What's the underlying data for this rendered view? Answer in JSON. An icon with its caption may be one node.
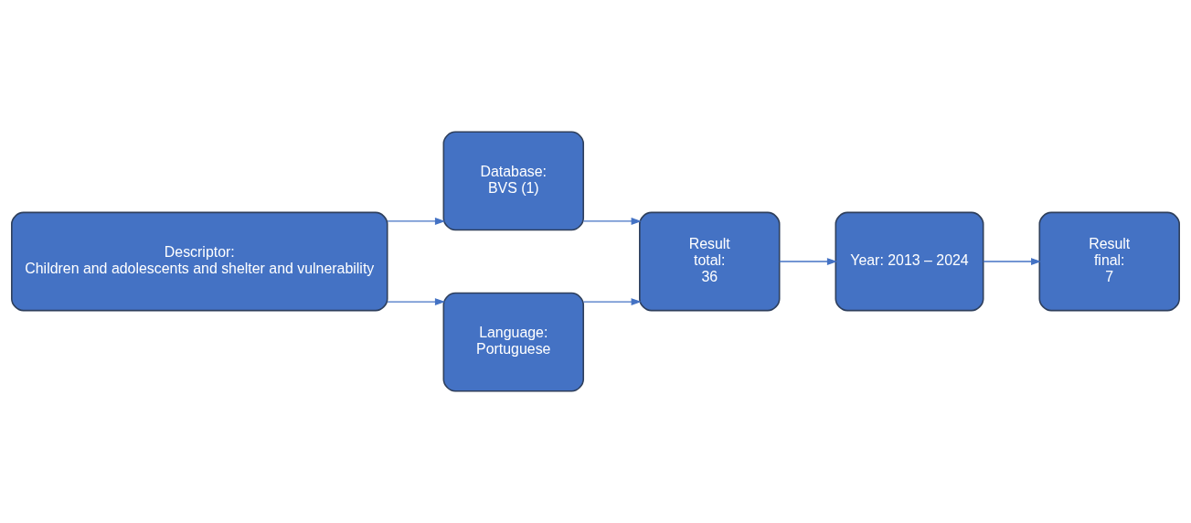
{
  "diagram": {
    "nodes": [
      {
        "text": [
          "Descriptor:",
          "Children and adolescents and shelter and vulnerability"
        ]
      },
      {
        "text": [
          "Database:",
          "BVS (1)"
        ]
      },
      {
        "text": [
          "Language:",
          "Portuguese"
        ]
      },
      {
        "text": [
          "Result",
          "total:",
          "36"
        ]
      },
      {
        "text": [
          "Year: 2013 – 2024"
        ]
      },
      {
        "text": [
          "Result",
          "final:",
          "7"
        ]
      }
    ],
    "edges": [
      {
        "from": 0,
        "to": 1,
        "arrow": "to"
      },
      {
        "from": 0,
        "to": 2,
        "arrow": "to"
      },
      {
        "from": 1,
        "to": 3,
        "arrow": "to"
      },
      {
        "from": 2,
        "to": 3,
        "arrow": "to"
      },
      {
        "from": 3,
        "to": 4,
        "arrow": "to"
      },
      {
        "from": 4,
        "to": 5,
        "arrow": "to"
      }
    ]
  }
}
